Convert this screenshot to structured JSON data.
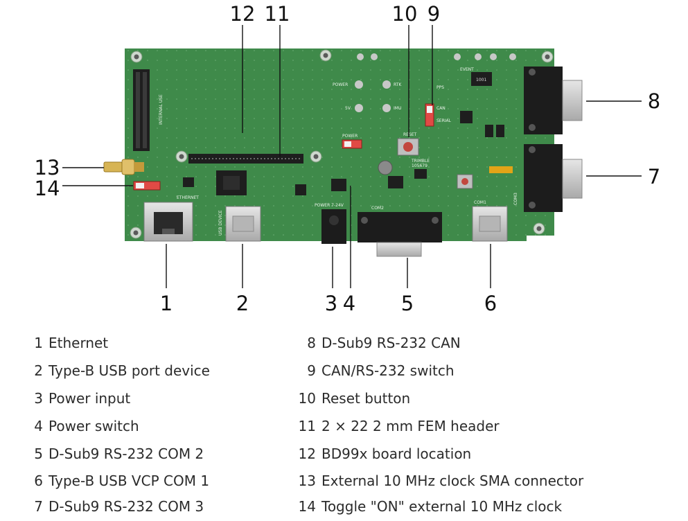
{
  "callouts": {
    "c1": "1",
    "c2": "2",
    "c3": "3",
    "c4": "4",
    "c5": "5",
    "c6": "6",
    "c7": "7",
    "c8": "8",
    "c9": "9",
    "c10": "10",
    "c11": "11",
    "c12": "12",
    "c13": "13",
    "c14": "14"
  },
  "board_silkscreen": {
    "internal_use": "INTERNAL USE",
    "ethernet": "ETHERNET",
    "usb_device": "USB DEVICE",
    "power_label": "POWER",
    "power_voltage": "POWER 7-24V",
    "com2": "COM2",
    "com1": "COM1",
    "com3": "COM3",
    "reset": "RESET",
    "trimble": "TRIMBLE",
    "part_no": "105679",
    "can": "CAN",
    "serial": "SERIAL",
    "led_power": "POWER",
    "led_rtk": "RTK",
    "led_5v": "5V",
    "led_imu": "IMU",
    "event": "EVENT",
    "pps": "PPS",
    "ref_1001": "1001"
  },
  "legend": [
    {
      "num": "1",
      "text": "Ethernet"
    },
    {
      "num": "2",
      "text": "Type-B USB port device"
    },
    {
      "num": "3",
      "text": "Power input"
    },
    {
      "num": "4",
      "text": "Power switch"
    },
    {
      "num": "5",
      "text": "D-Sub9 RS-232 COM 2"
    },
    {
      "num": "6",
      "text": "Type-B USB VCP COM 1"
    },
    {
      "num": "7",
      "text": "D-Sub9 RS-232 COM 3"
    },
    {
      "num": "8",
      "text": "D-Sub9 RS-232 CAN"
    },
    {
      "num": "9",
      "text": "CAN/RS-232 switch"
    },
    {
      "num": "10",
      "text": "Reset button"
    },
    {
      "num": "11",
      "text": "2 × 22 2 mm FEM header"
    },
    {
      "num": "12",
      "text": "BD99x board location"
    },
    {
      "num": "13",
      "text": "External 10 MHz clock SMA connector"
    },
    {
      "num": "14",
      "text": "Toggle \"ON\" external 10 MHz clock"
    }
  ],
  "colors": {
    "pcb": "#3f8a4a",
    "pcb_dark": "#2f6e3a",
    "metal": "#c9c9c9",
    "connector_black": "#1c1c1c",
    "switch_red": "#d6332f"
  }
}
